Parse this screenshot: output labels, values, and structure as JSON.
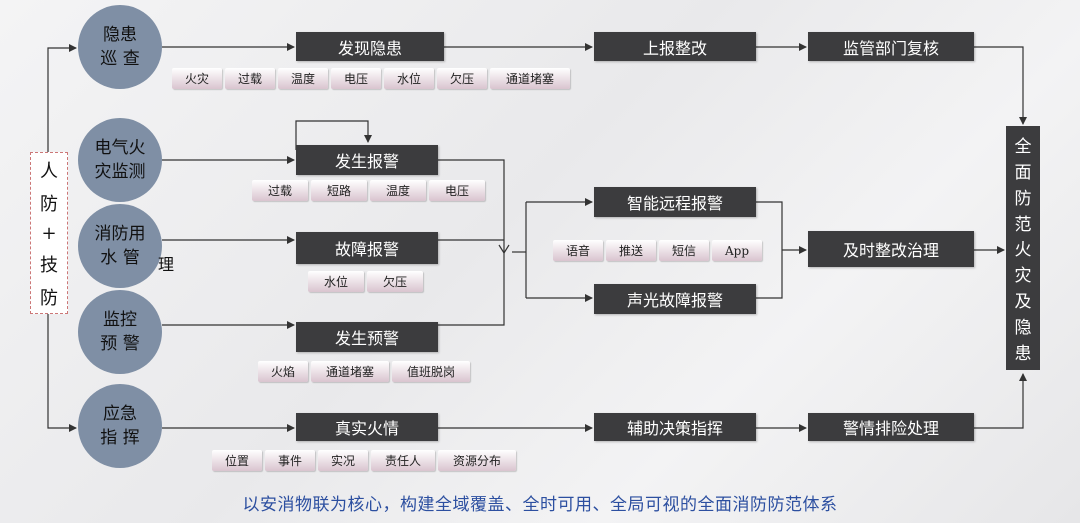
{
  "left_label": [
    "人",
    "防",
    "+",
    "技",
    "防"
  ],
  "circles": [
    {
      "lines": [
        "隐患",
        "巡  查"
      ]
    },
    {
      "lines": [
        "电气火",
        "灾监测"
      ]
    },
    {
      "lines": [
        "消防用",
        "水 管"
      ]
    },
    {
      "lines": [
        "监控",
        "预  警"
      ]
    },
    {
      "lines": [
        "应急",
        "指  挥"
      ]
    }
  ],
  "circle3_tail": "理",
  "row_boxes": {
    "faxian": "发现隐患",
    "fasheng_baojing": "发生报警",
    "guzhang": "故障报警",
    "fasheng_yujing": "发生预警",
    "zhenshi": "真实火情"
  },
  "tags": {
    "row1": [
      "火灾",
      "过载",
      "温度",
      "电压",
      "水位",
      "欠压",
      "通道堵塞"
    ],
    "row2": [
      "过载",
      "短路",
      "温度",
      "电压"
    ],
    "row3": [
      "水位",
      "欠压"
    ],
    "row4": [
      "火焰",
      "通道堵塞",
      "值班脱岗"
    ],
    "row5": [
      "位置",
      "事件",
      "实况",
      "责任人",
      "资源分布"
    ],
    "mid": [
      "语音",
      "推送",
      "短信",
      "App"
    ]
  },
  "mid_boxes": {
    "shangbao": "上报整改",
    "zhineng": "智能远程报警",
    "shengguang": "声光故障报警",
    "fuzhu": "辅助决策指挥"
  },
  "right_boxes": {
    "jianguan": "监管部门复核",
    "jishi": "及时整改治理",
    "jingqing": "警情排险处理"
  },
  "final": [
    "全",
    "面",
    "防",
    "范",
    "火",
    "灾",
    "及",
    "隐",
    "患"
  ],
  "caption": "以安消物联为核心，构建全域覆盖、全时可用、全局可视的全面消防防范体系"
}
